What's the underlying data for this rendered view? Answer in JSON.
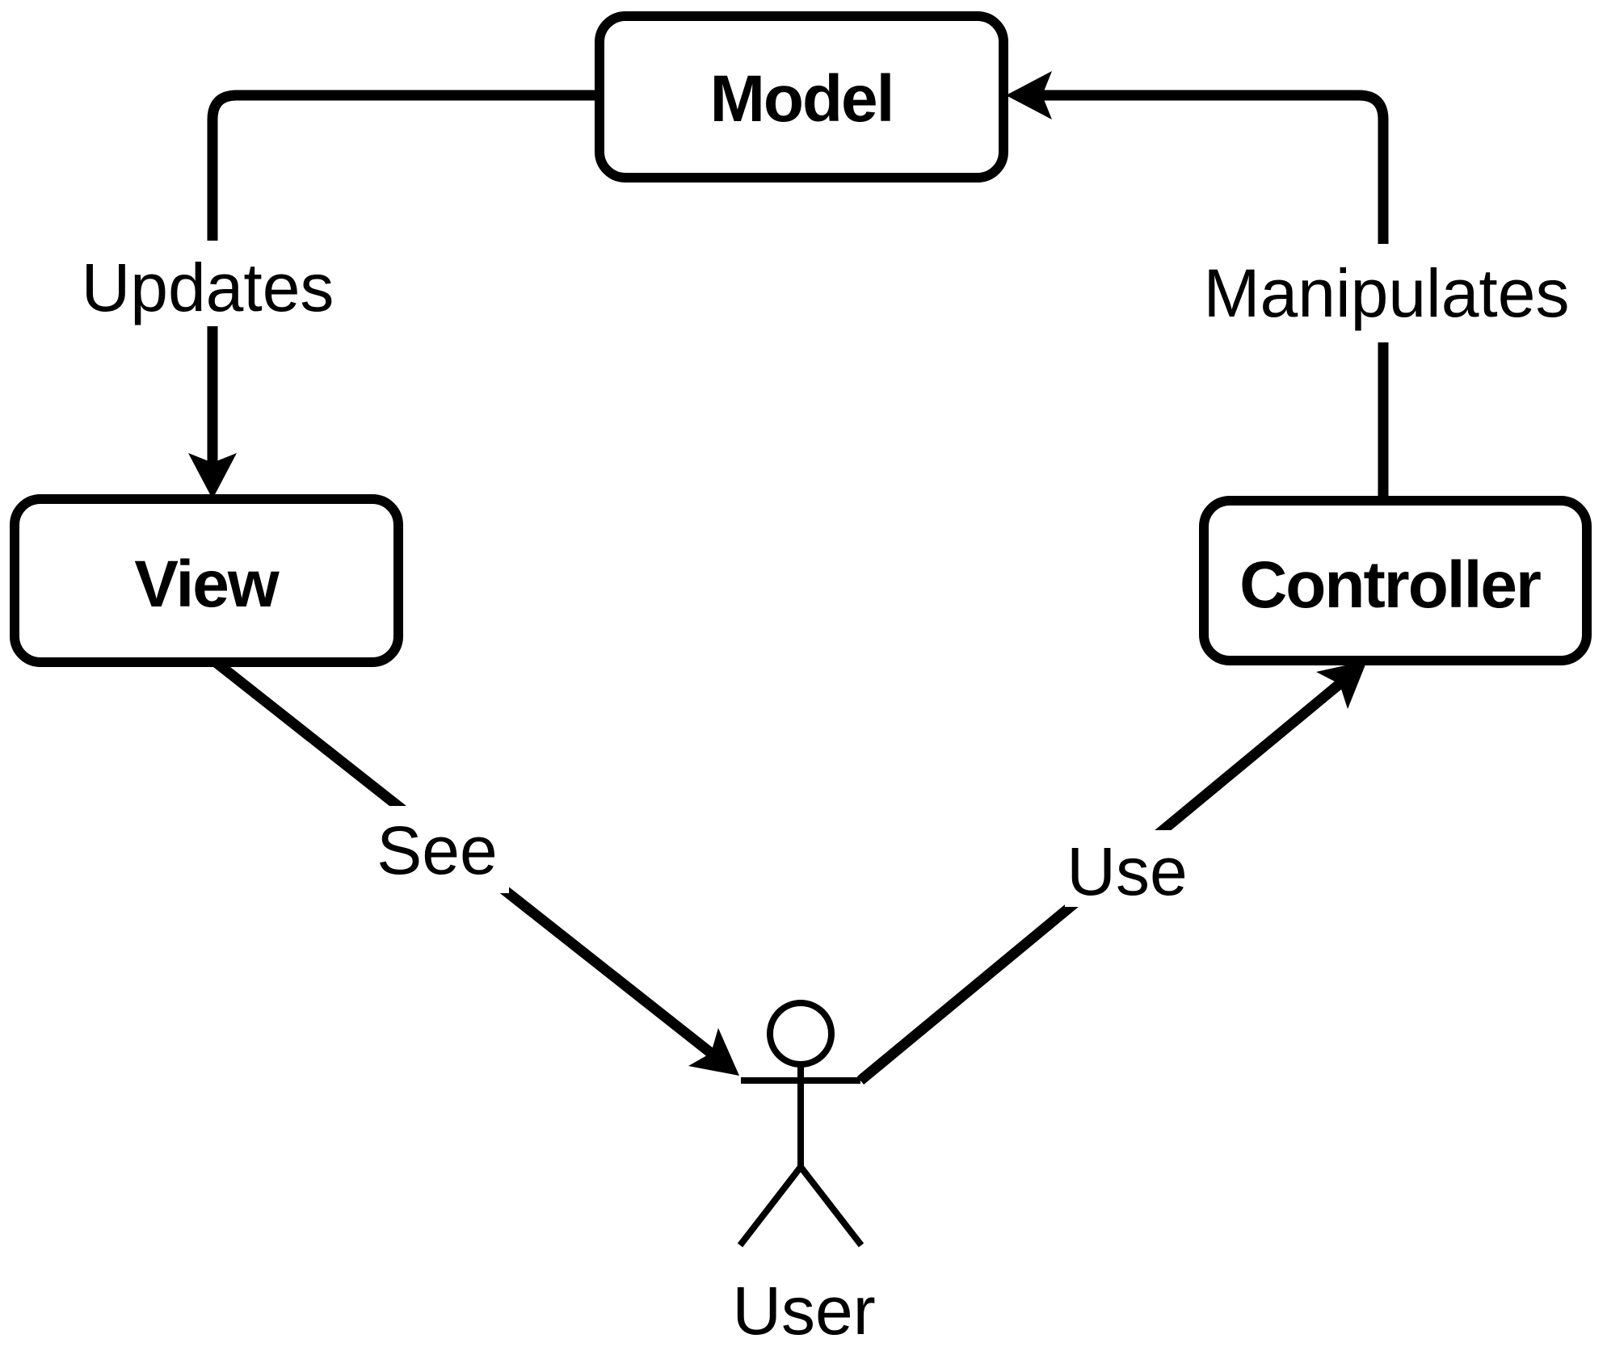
{
  "diagram": {
    "type": "mvc-architecture-diagram",
    "colors": {
      "background": "#ffffff",
      "stroke": "#000000",
      "node_fill": "#ffffff",
      "text": "#000000"
    },
    "nodes": {
      "model": {
        "label": "Model"
      },
      "view": {
        "label": "View"
      },
      "controller": {
        "label": "Controller"
      }
    },
    "actor": {
      "label": "User"
    },
    "edges": {
      "updates": {
        "label": "Updates",
        "from": "Model",
        "to": "View"
      },
      "manipulates": {
        "label": "Manipulates",
        "from": "Controller",
        "to": "Model"
      },
      "see": {
        "label": "See",
        "from": "View",
        "to": "User"
      },
      "use": {
        "label": "Use",
        "from": "User",
        "to": "Controller"
      }
    }
  }
}
